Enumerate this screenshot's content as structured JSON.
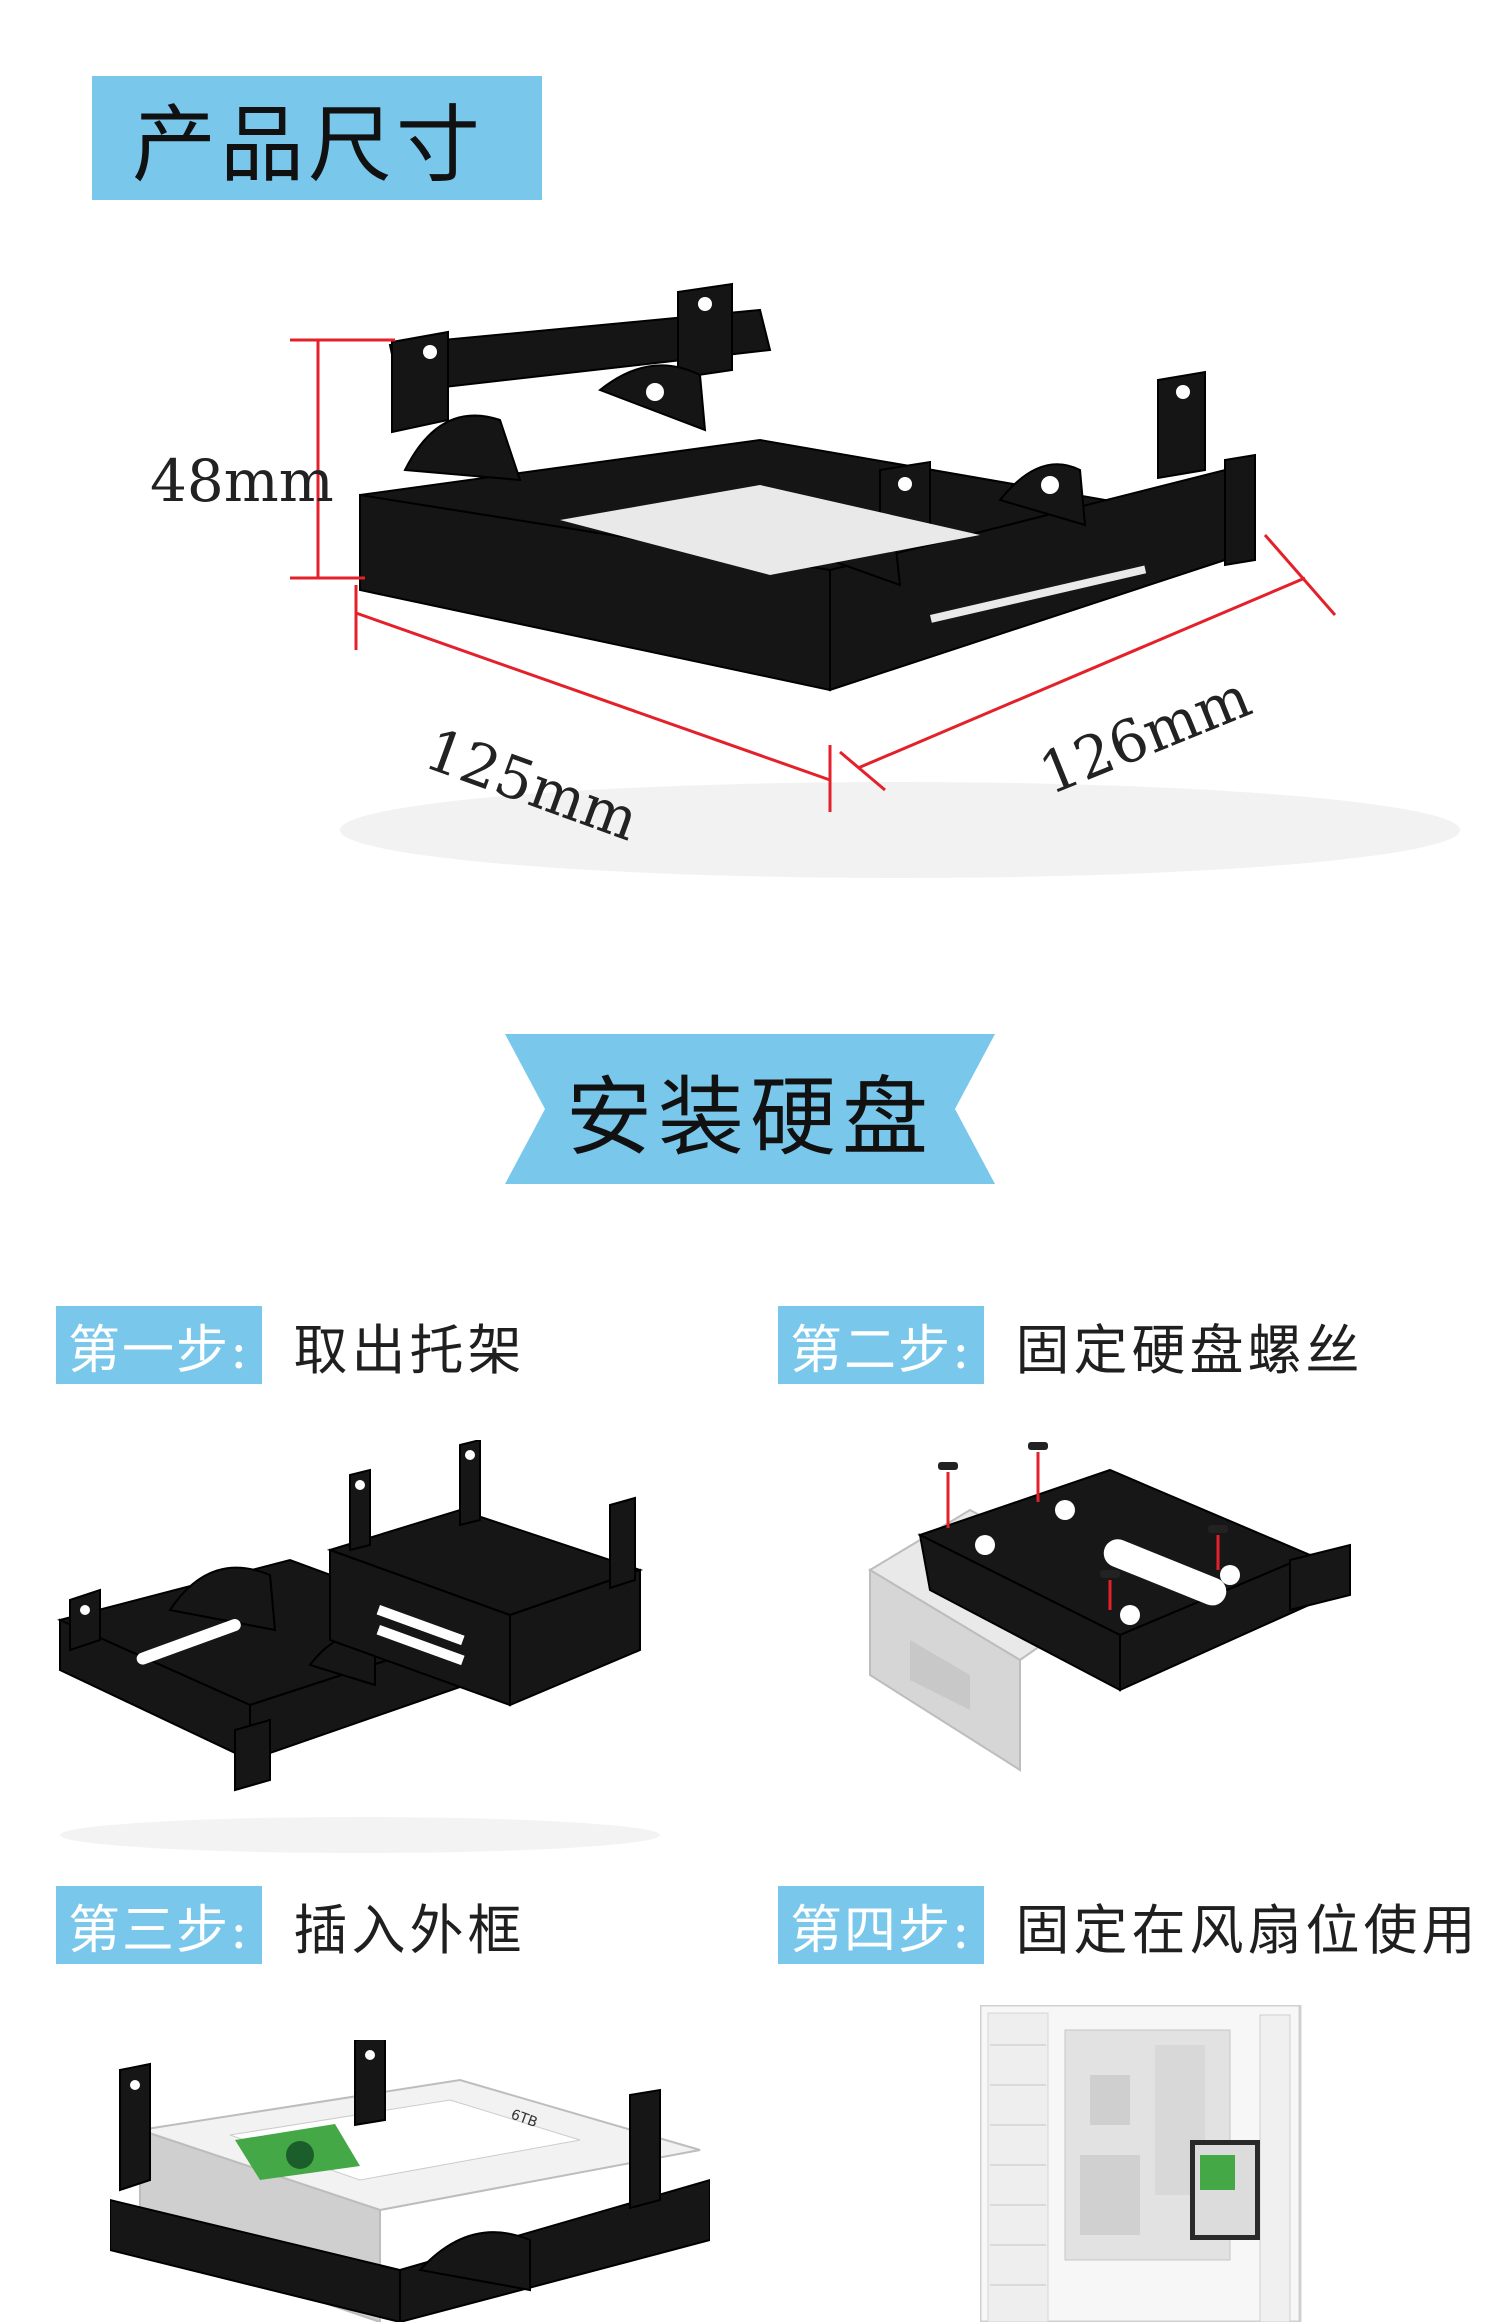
{
  "section_size": {
    "title": "产品尺寸",
    "dimensions": {
      "height": "48mm",
      "width": "125mm",
      "depth": "126mm"
    },
    "colors": {
      "accent": "#79c8ec",
      "dimension_line": "#e4212a"
    }
  },
  "section_install": {
    "title": "安装硬盘",
    "steps": [
      {
        "badge": "第一步:",
        "text": "取出托架"
      },
      {
        "badge": "第二步:",
        "text": "固定硬盘螺丝"
      },
      {
        "badge": "第三步:",
        "text": "插入外框"
      },
      {
        "badge": "第四步:",
        "text": "固定在风扇位使用"
      }
    ]
  },
  "hdd_label": {
    "capacity": "6TB"
  }
}
